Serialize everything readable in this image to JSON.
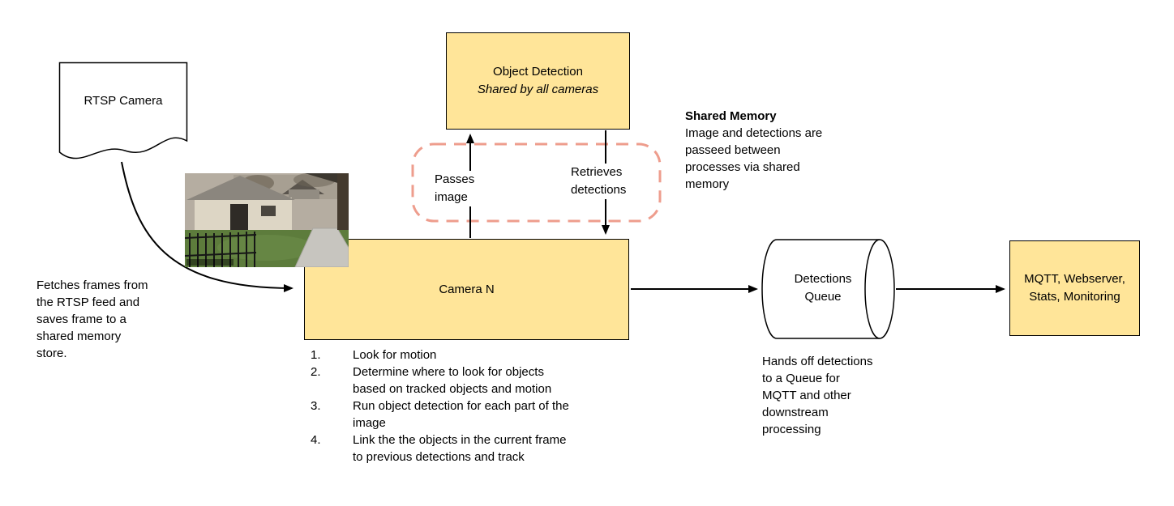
{
  "diagram": {
    "rtsp": {
      "label": "RTSP Camera"
    },
    "fetch_note": "Fetches frames from\nthe RTSP feed and\nsaves frame to a\nshared memory\nstore.",
    "object_detection": {
      "title": "Object Detection",
      "subtitle": "Shared by all cameras"
    },
    "shared_memory_region": {
      "passes_label": "Passes\nimage",
      "retrieves_label": "Retrieves\ndetections"
    },
    "shared_memory_note": {
      "title": "Shared Memory",
      "body": "Image and detections are\npasseed between\nprocesses via shared\nmemory"
    },
    "camera_n": {
      "label": "Camera N",
      "steps": [
        {
          "num": "1.",
          "text": "Look for motion"
        },
        {
          "num": "2.",
          "text": "Determine where to look for objects\nbased on tracked objects and motion"
        },
        {
          "num": "3.",
          "text": "Run object detection for each part of the\nimage"
        },
        {
          "num": "4.",
          "text": "Link the the objects in the current frame\nto previous detections and track"
        }
      ]
    },
    "detections_queue": {
      "label": "Detections\nQueue",
      "note": "Hands off detections\nto a Queue for\nMQTT and other\ndownstream\nprocessing"
    },
    "outputs": {
      "label": "MQTT, Webserver,\nStats, Monitoring"
    }
  },
  "colors": {
    "node_fill": "#ffe599",
    "node_border": "#000000",
    "shared_memory_dash": "#ee9d8d",
    "arrow": "#000000"
  }
}
